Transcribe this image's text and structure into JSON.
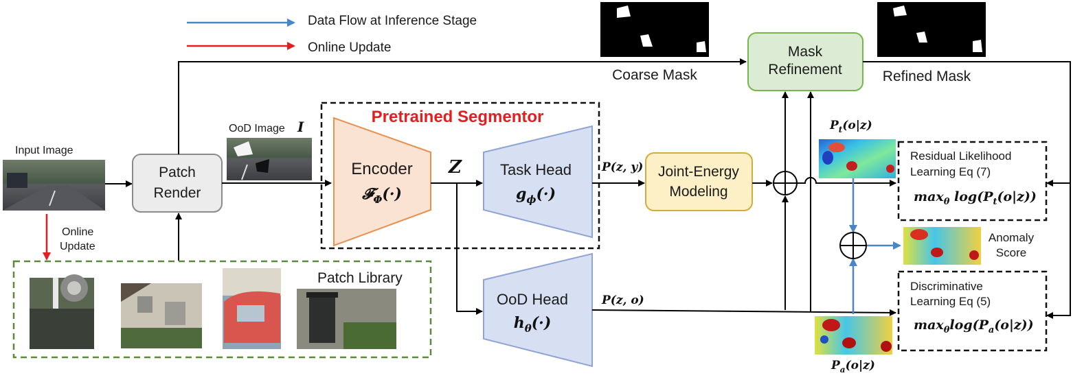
{
  "legend": {
    "inference": "Data Flow at Inference Stage",
    "online_update": "Online Update",
    "inference_color": "#4a86c5",
    "online_color": "#e02020"
  },
  "input": {
    "label": "Input Image"
  },
  "online_update_arrow": {
    "line1": "Online",
    "line2": "Update"
  },
  "patch_render": {
    "line1": "Patch",
    "line2": "Render"
  },
  "ood_image": {
    "label": "OoD Image",
    "symbol": "I"
  },
  "patch_library": {
    "title": "Patch Library"
  },
  "segmentor": {
    "title": "Pretrained Segmentor",
    "title_color": "#e02020"
  },
  "encoder": {
    "line1": "Encoder",
    "line2": "𝓕",
    "sub": "Φ",
    "arg": "(·)"
  },
  "z": {
    "symbol": "Z"
  },
  "task_head": {
    "line1": "Task Head",
    "line2": "g",
    "sub": "ϕ",
    "arg": "(·)"
  },
  "ood_head": {
    "line1": "OoD Head",
    "line2": "h",
    "sub": "θ",
    "arg": "(·)"
  },
  "pzy": "P(z, y)",
  "pzo": "P(z, o)",
  "joint_energy": {
    "line1": "Joint-Energy",
    "line2": "Modeling"
  },
  "mask_refinement": {
    "line1": "Mask",
    "line2": "Refinement"
  },
  "coarse_mask": "Coarse Mask",
  "refined_mask": "Refined Mask",
  "pt": {
    "p": "P",
    "sub": "t",
    "rest": "(o|z)"
  },
  "pa": {
    "p": "P",
    "sub": "a",
    "rest": "(o|z)"
  },
  "residual": {
    "line1": "Residual Likelihood",
    "line2": "Learning Eq (7)",
    "eq_pre": "max",
    "eq_sub": "θ",
    "eq_mid": " log(P",
    "eq_sub2": "t",
    "eq_post": "(o|z))"
  },
  "discriminative": {
    "line1": "Discriminative",
    "line2": "Learning Eq (5)",
    "eq_pre": "max",
    "eq_sub": "θ",
    "eq_mid": "log(P",
    "eq_sub2": "a",
    "eq_post": "(o|z))"
  },
  "anomaly": {
    "line1": "Anomaly",
    "line2": "Score"
  }
}
